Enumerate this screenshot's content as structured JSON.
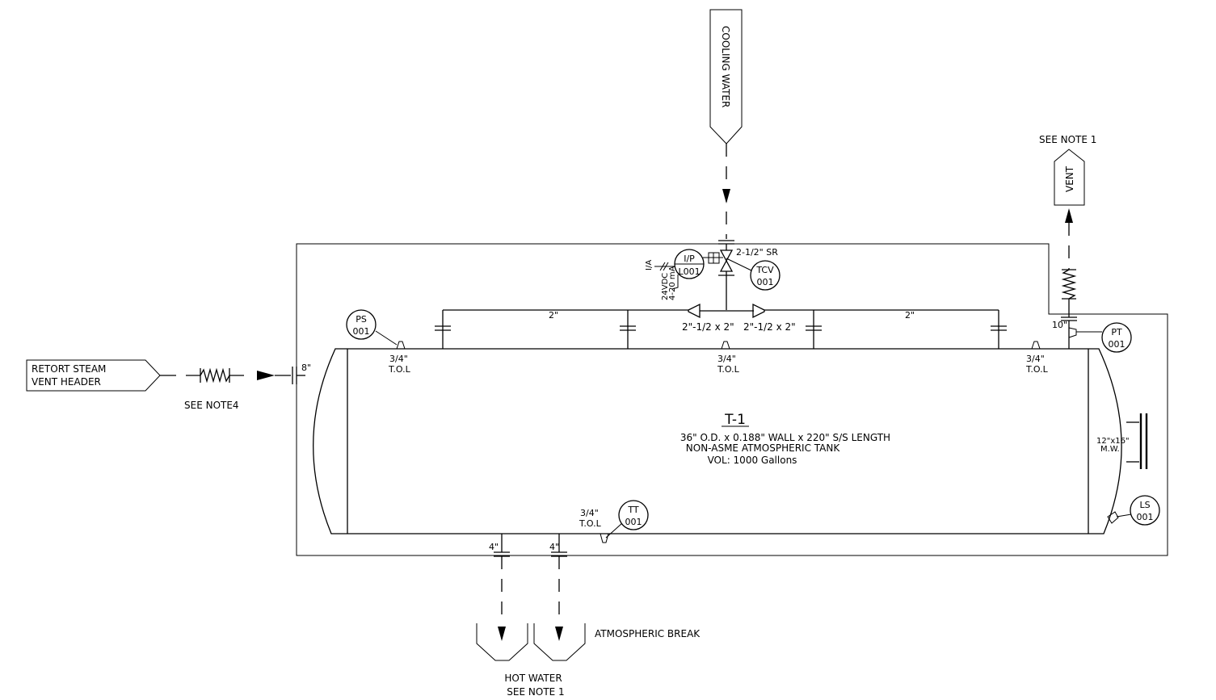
{
  "retort_steam": {
    "line1": "RETORT STEAM",
    "line2": "VENT HEADER",
    "note": "SEE NOTE4",
    "pipe_size": "8\""
  },
  "cooling_water": {
    "label": "COOLING WATER",
    "valve_size": "2-1/2\" SR"
  },
  "vent": {
    "note": "SEE NOTE 1",
    "label": "VENT",
    "pipe_size": "10\""
  },
  "ip_transducer": {
    "tag": "I/P",
    "number": "L001",
    "air_label": "I/A",
    "signal_line1": "24VDC",
    "signal_line2": "4-20 mA"
  },
  "tcv": {
    "tag": "TCV",
    "number": "001"
  },
  "header": {
    "left_size": "2\"",
    "right_size": "2\"",
    "left_reducer": "2\"-1/2 x 2\"",
    "right_reducer": "2\"-1/2 x 2\""
  },
  "tol": {
    "left_size": "3/4\"",
    "left_label": "T.O.L",
    "mid_size": "3/4\"",
    "mid_label": "T.O.L",
    "right_size": "3/4\"",
    "right_label": "T.O.L",
    "bottom_size": "3/4\"",
    "bottom_label": "T.O.L"
  },
  "instruments": {
    "ps": {
      "tag": "PS",
      "number": "001"
    },
    "pt": {
      "tag": "PT",
      "number": "001"
    },
    "tt": {
      "tag": "TT",
      "number": "001"
    },
    "ls": {
      "tag": "LS",
      "number": "001"
    }
  },
  "tank": {
    "id": "T-1",
    "line1": "36\" O.D. x 0.188\" WALL x 220\"  S/S LENGTH",
    "line2": "NON-ASME ATMOSPHERIC TANK",
    "line3": "VOL: 1000 Gallons"
  },
  "manway": {
    "size": "12\"x16\"",
    "label": "M.W."
  },
  "drains": {
    "left_size": "4\"",
    "right_size": "4\"",
    "break_label": "ATMOSPHERIC BREAK",
    "hot_water_line1": "HOT WATER",
    "hot_water_line2": "SEE NOTE 1"
  }
}
